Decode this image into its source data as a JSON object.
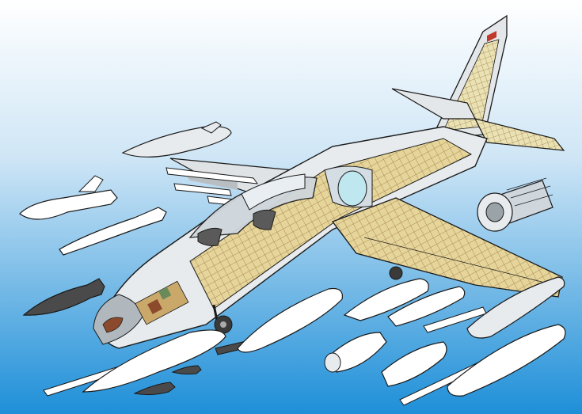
{
  "illustration": {
    "background_top": "#ffffff",
    "background_bottom": "#1e8fd8",
    "fuselage_color": "#e8ebee",
    "structure_color": "#e6d59a",
    "cutaway_frame_color": "#c9a86a",
    "canopy_color": "#cfd6dc",
    "ordnance_color": "#ffffff",
    "dark_bomb_color": "#4a4a4a",
    "engine_color": "#cfd6dc",
    "equipment_color": "#8b4a2b",
    "outline_color": "#1a1a1a",
    "icons": [
      "aircraft-cutaway",
      "drop-tank",
      "missile",
      "bomb",
      "rocket-pod",
      "gun-pod",
      "jet-engine",
      "landing-gear"
    ]
  }
}
